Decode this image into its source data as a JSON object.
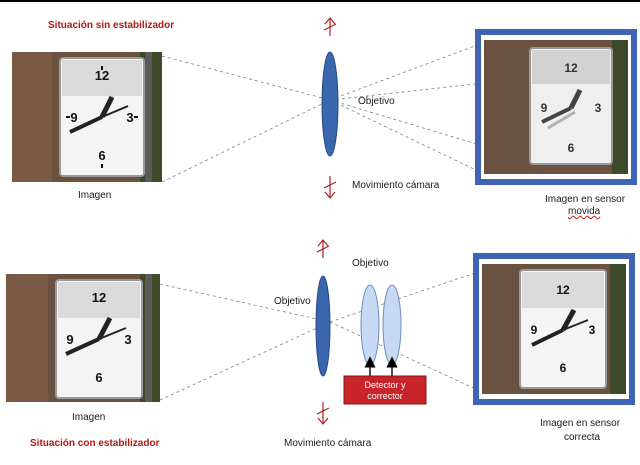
{
  "top": {
    "title": "Situación sin estabilizador",
    "source_label": "Imagen",
    "lens_label": "Objetivo",
    "motion_label": "Movimiento cámara",
    "sensor_label_line1": "Imagen en sensor",
    "sensor_label_line2": "movida",
    "clock_numbers": [
      "12",
      "3",
      "6",
      "9"
    ]
  },
  "bottom": {
    "title": "Situación con estabilizador",
    "source_label": "Imagen",
    "lens_label": "Objetivo",
    "stabilizer_label": "Objetivo",
    "motion_label": "Movimiento cámara",
    "detector_label_line1": "Detector y",
    "detector_label_line2": "corrector",
    "sensor_label_line1": "Imagen en sensor",
    "sensor_label_line2": "correcta",
    "clock_numbers": [
      "12",
      "3",
      "6",
      "9"
    ]
  },
  "colors": {
    "title_red": "#b01818",
    "lens_blue": "#3a66ae",
    "stab_lens_fill": "#c6d8f2",
    "sensor_frame": "#3f64b5",
    "detector_fill": "#c8242a",
    "arrow_red": "#b02020",
    "ray_gray": "#7a7f99"
  }
}
